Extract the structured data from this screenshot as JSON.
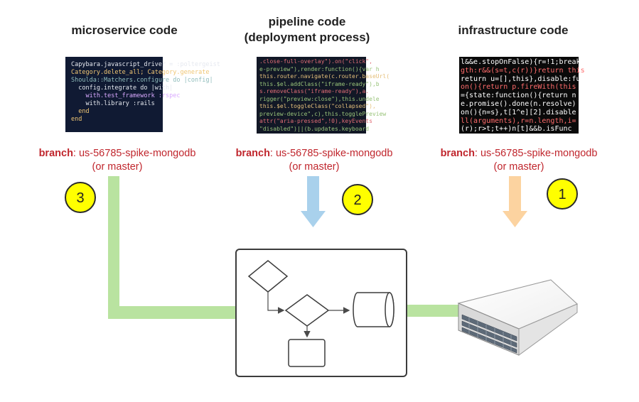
{
  "columns": [
    {
      "title_lines": [
        "microservice code"
      ],
      "branch_label": "branch",
      "branch_value": ": us-56785-spike-mongodb",
      "branch_alt": "(or master)",
      "step": "3",
      "arrow_color": "#b9e3a0",
      "code_lines": [
        "Capybara.javascript_driver = :poltergeist",
        "Category.delete_all; Category.generate",
        "Shoulda::Matchers.configure do |config|",
        "  config.integrate do |with|",
        "    with.test_framework :rspec",
        "    with.library :rails",
        "  end",
        "end"
      ]
    },
    {
      "title_lines": [
        "pipeline code",
        "(deployment process)"
      ],
      "branch_label": "branch",
      "branch_value": ": us-56785-spike-mongodb",
      "branch_alt": "(or master)",
      "step": "2",
      "arrow_color": "#a9d1ec",
      "code_lines": [
        ".close-full-overlay\").on(\"click\",",
        "e-preview\"),render:function(){var h",
        "this.router.navigate(c.router.baseUrl(",
        "this.$el.addClass(\"iframe-ready\"),b",
        "s.removeClass(\"iframe-ready\"),a.",
        "rigger(\"preview:close\"),this.undele",
        "this.$el.toggleClass(\"collapsed\"),",
        "preview-device\",c),this.togglePreview",
        "attr(\"aria-pressed\",!0),keyEvents",
        "\"disabled\")||(b.updates.keyboard"
      ]
    },
    {
      "title_lines": [
        "infrastructure code"
      ],
      "branch_label": "branch",
      "branch_value": ": us-56785-spike-mongodb",
      "branch_alt": "(or master)",
      "step": "1",
      "arrow_color": "#fcd3a0",
      "code_lines": [
        "l&&e.stopOnFalse){r=!1;break",
        "gth:r&&(s=t,c(r))}return this",
        "return u=[],this},disable:fu",
        "on(){return p.fireWith(this",
        "={state:function(){return n",
        "e.promise().done(n.resolve)",
        "on(){n=s},t[1^e][2].disable",
        "ll(arguments),r=n.length,i=",
        "(r);r>t;t++)n[t]&&b.isFunc"
      ]
    }
  ],
  "colors": {
    "step_fill": "#ffff00",
    "step_stroke": "#2b2b2b",
    "branch_text": "#c0262d",
    "green_flow": "#b9e3a0",
    "box_stroke": "#3c3c3c"
  },
  "icons": {
    "flowchart": "flowchart-icon",
    "server": "server-rack-icon"
  }
}
